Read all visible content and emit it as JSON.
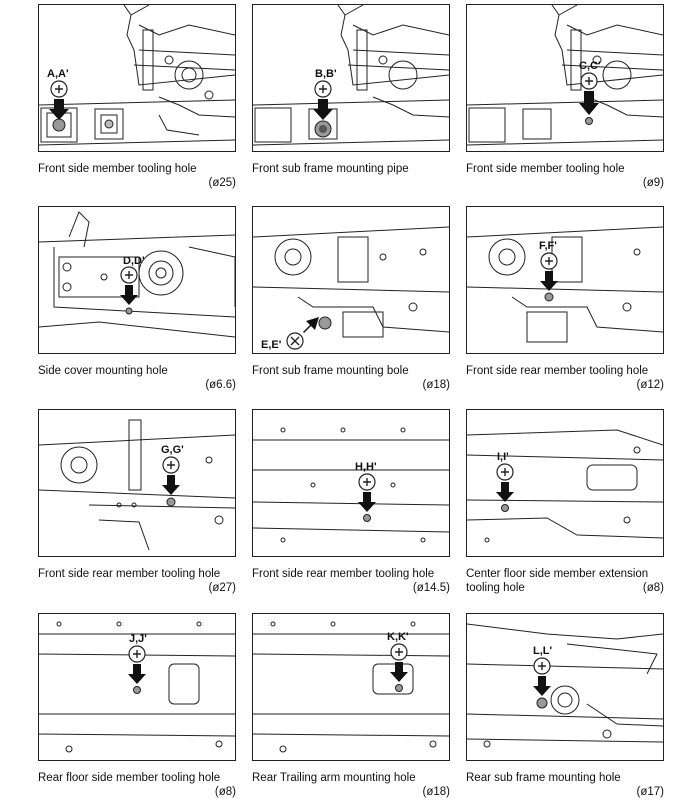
{
  "panels": [
    {
      "label": "A,A'",
      "caption": "Front side member tooling hole",
      "size": "(ø25)"
    },
    {
      "label": "B,B'",
      "caption": "Front sub frame mounting pipe",
      "size": ""
    },
    {
      "label": "C,C'",
      "caption": "Front side member tooling hole",
      "size": "(ø9)"
    },
    {
      "label": "D,D'",
      "caption": "Side cover mounting hole",
      "size": "(ø6.6)"
    },
    {
      "label": "E,E'",
      "caption": "Front sub frame mounting bole",
      "size": "(ø18)"
    },
    {
      "label": "F,F'",
      "caption": "Front side rear member tooling hole",
      "size": "(ø12)"
    },
    {
      "label": "G,G'",
      "caption": "Front side rear member tooling hole",
      "size": "(ø27)"
    },
    {
      "label": "H,H'",
      "caption": "Front side rear member tooling hole",
      "size": "(ø14.5)"
    },
    {
      "label": "I,I'",
      "caption_line1": "Center floor side member extension",
      "caption_line2": "tooling hole",
      "size": "(ø8)"
    },
    {
      "label": "J,J'",
      "caption": "Rear floor side member tooling hole",
      "size": "(ø8)"
    },
    {
      "label": "K,K'",
      "caption": "Rear Trailing arm mounting hole",
      "size": "(ø18)"
    },
    {
      "label": "L,L'",
      "caption": "Rear sub frame mounting hole",
      "size": "(ø17)"
    }
  ]
}
